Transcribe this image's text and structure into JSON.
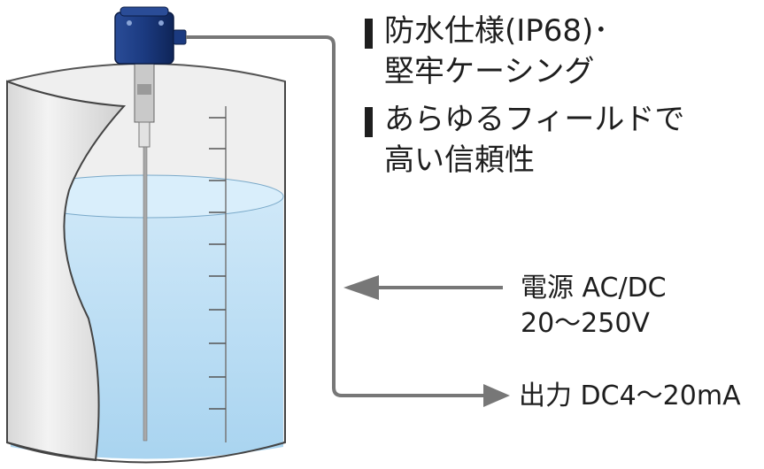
{
  "features": [
    {
      "lines": [
        "防水仕様(IP68)･",
        "堅牢ケーシング"
      ]
    },
    {
      "lines": [
        "あらゆるフィールドで",
        "高い信頼性"
      ]
    }
  ],
  "power": {
    "line1": "電源 AC/DC",
    "line2": "20〜250V"
  },
  "output": {
    "text": "出力 DC4〜20mA"
  },
  "colors": {
    "sensor_head": "#1f3f86",
    "water": "#bfe0f5",
    "vessel_wall": "#e6e6e6",
    "cable": "#777777",
    "text": "#1e1e1e"
  }
}
